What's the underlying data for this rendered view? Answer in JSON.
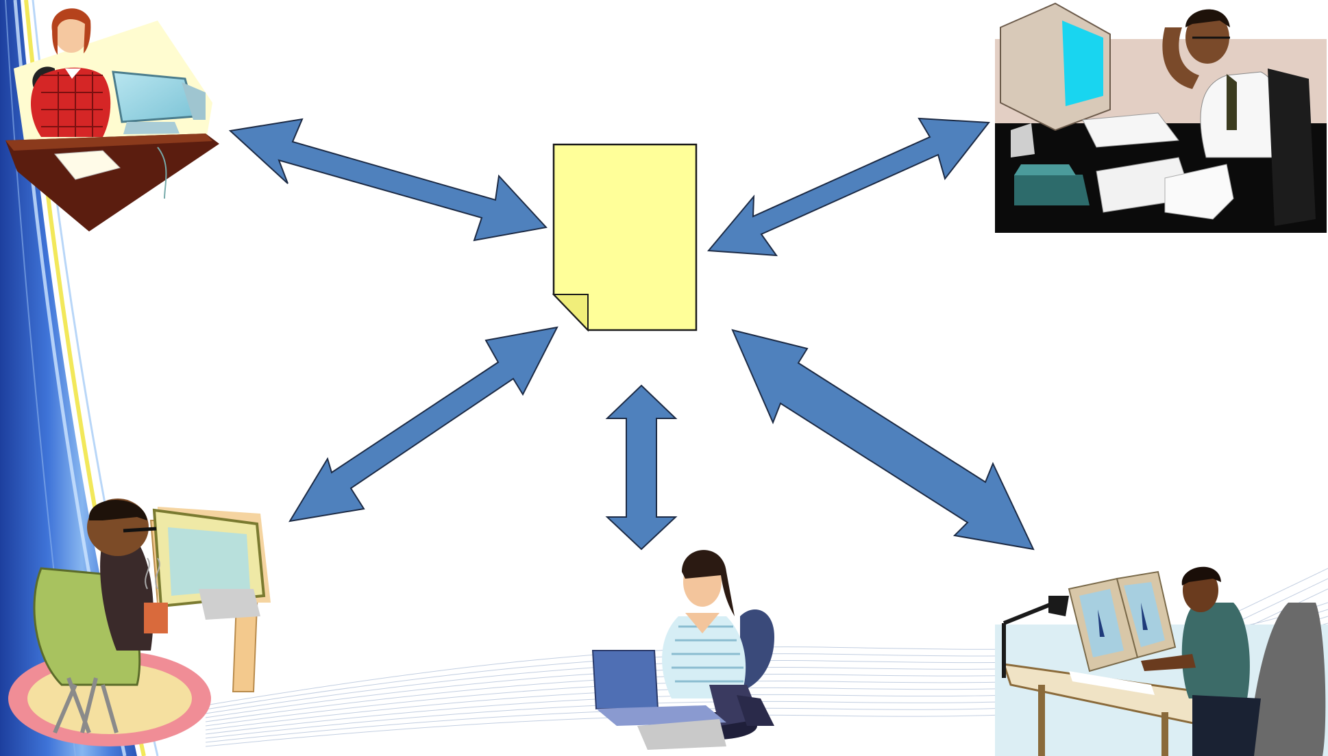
{
  "slide": {
    "background": "#ffffff",
    "accent_blue": "#4f81bd",
    "arrow_outline": "#1c2a44",
    "document_fill": "#ffff99",
    "document_outline": "#1a1a1a"
  },
  "diagram": {
    "hub": {
      "icon": "document-icon"
    },
    "users": [
      {
        "id": "woman-desktop-top-left",
        "icon": "woman-at-computer-icon"
      },
      {
        "id": "stressed-man-top-right",
        "icon": "man-at-computer-icon"
      },
      {
        "id": "man-with-coffee-bottom-left",
        "icon": "man-at-computer-icon"
      },
      {
        "id": "woman-laptop-bottom-center",
        "icon": "woman-with-laptop-icon"
      },
      {
        "id": "engineer-bottom-right",
        "icon": "man-at-drafting-table-icon"
      }
    ],
    "arrows": [
      {
        "id": "arrow-hub-top-left",
        "type": "double-headed"
      },
      {
        "id": "arrow-hub-top-right",
        "type": "double-headed"
      },
      {
        "id": "arrow-hub-bottom-left",
        "type": "double-headed"
      },
      {
        "id": "arrow-hub-bottom-center",
        "type": "double-headed"
      },
      {
        "id": "arrow-hub-bottom-right",
        "type": "double-headed"
      }
    ]
  }
}
